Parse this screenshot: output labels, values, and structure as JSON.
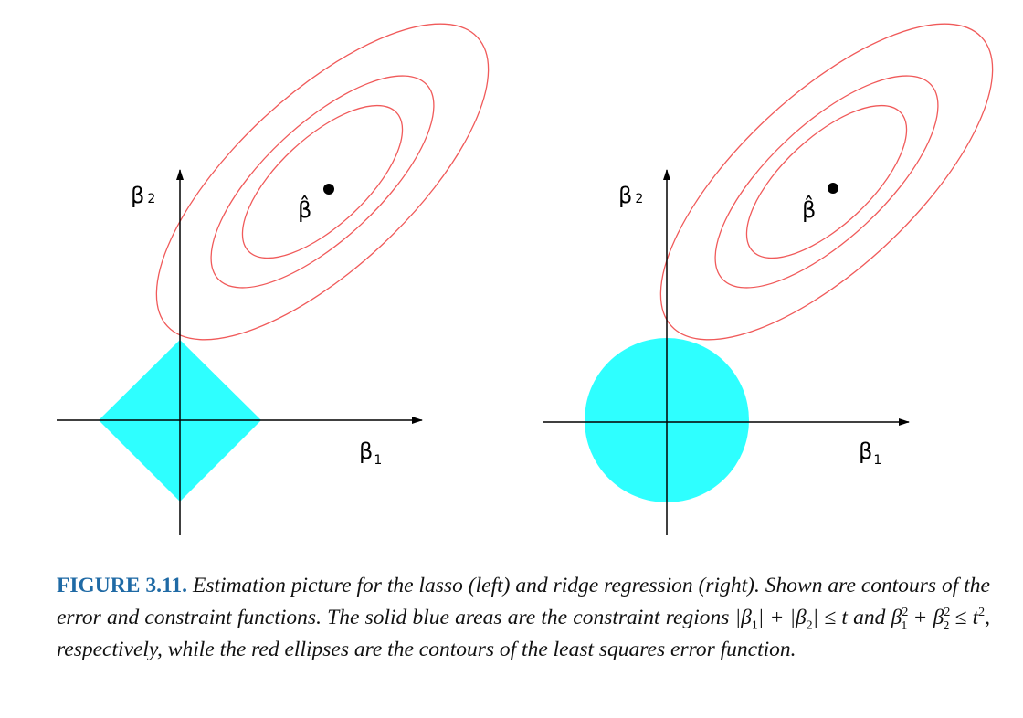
{
  "colors": {
    "constraint_fill": "#2effff",
    "contour": "#f05a5a",
    "axis": "#000000",
    "figure_label": "#1f6aa5"
  },
  "panels": [
    {
      "name": "lasso",
      "constraint_shape": "diamond",
      "x_label": "β",
      "x_sub": "1",
      "y_label": "β",
      "y_sub": "2",
      "estimate_label": "β̂"
    },
    {
      "name": "ridge",
      "constraint_shape": "circle",
      "x_label": "β",
      "x_sub": "1",
      "y_label": "β",
      "y_sub": "2",
      "estimate_label": "β̂"
    }
  ],
  "caption": {
    "figure_label": "FIGURE 3.11.",
    "text1": " Estimation picture for the lasso (left) and ridge regression (right). Shown are contours of the error and constraint functions. The solid blue areas are the constraint regions ",
    "math1": "|β",
    "math1_sub1": "1",
    "math1_mid": "| + |β",
    "math1_sub2": "2",
    "math1_end": "| ≤ t",
    "text2": " and ",
    "math2_a": "β",
    "math2_a_sup": "2",
    "math2_a_sub": "1",
    "math2_plus": " + β",
    "math2_b_sup": "2",
    "math2_b_sub": "2",
    "math2_le": " ≤ t",
    "math2_t_sup": "2",
    "text3": ", respectively, while the red ellipses are the contours of the least squares error function."
  }
}
